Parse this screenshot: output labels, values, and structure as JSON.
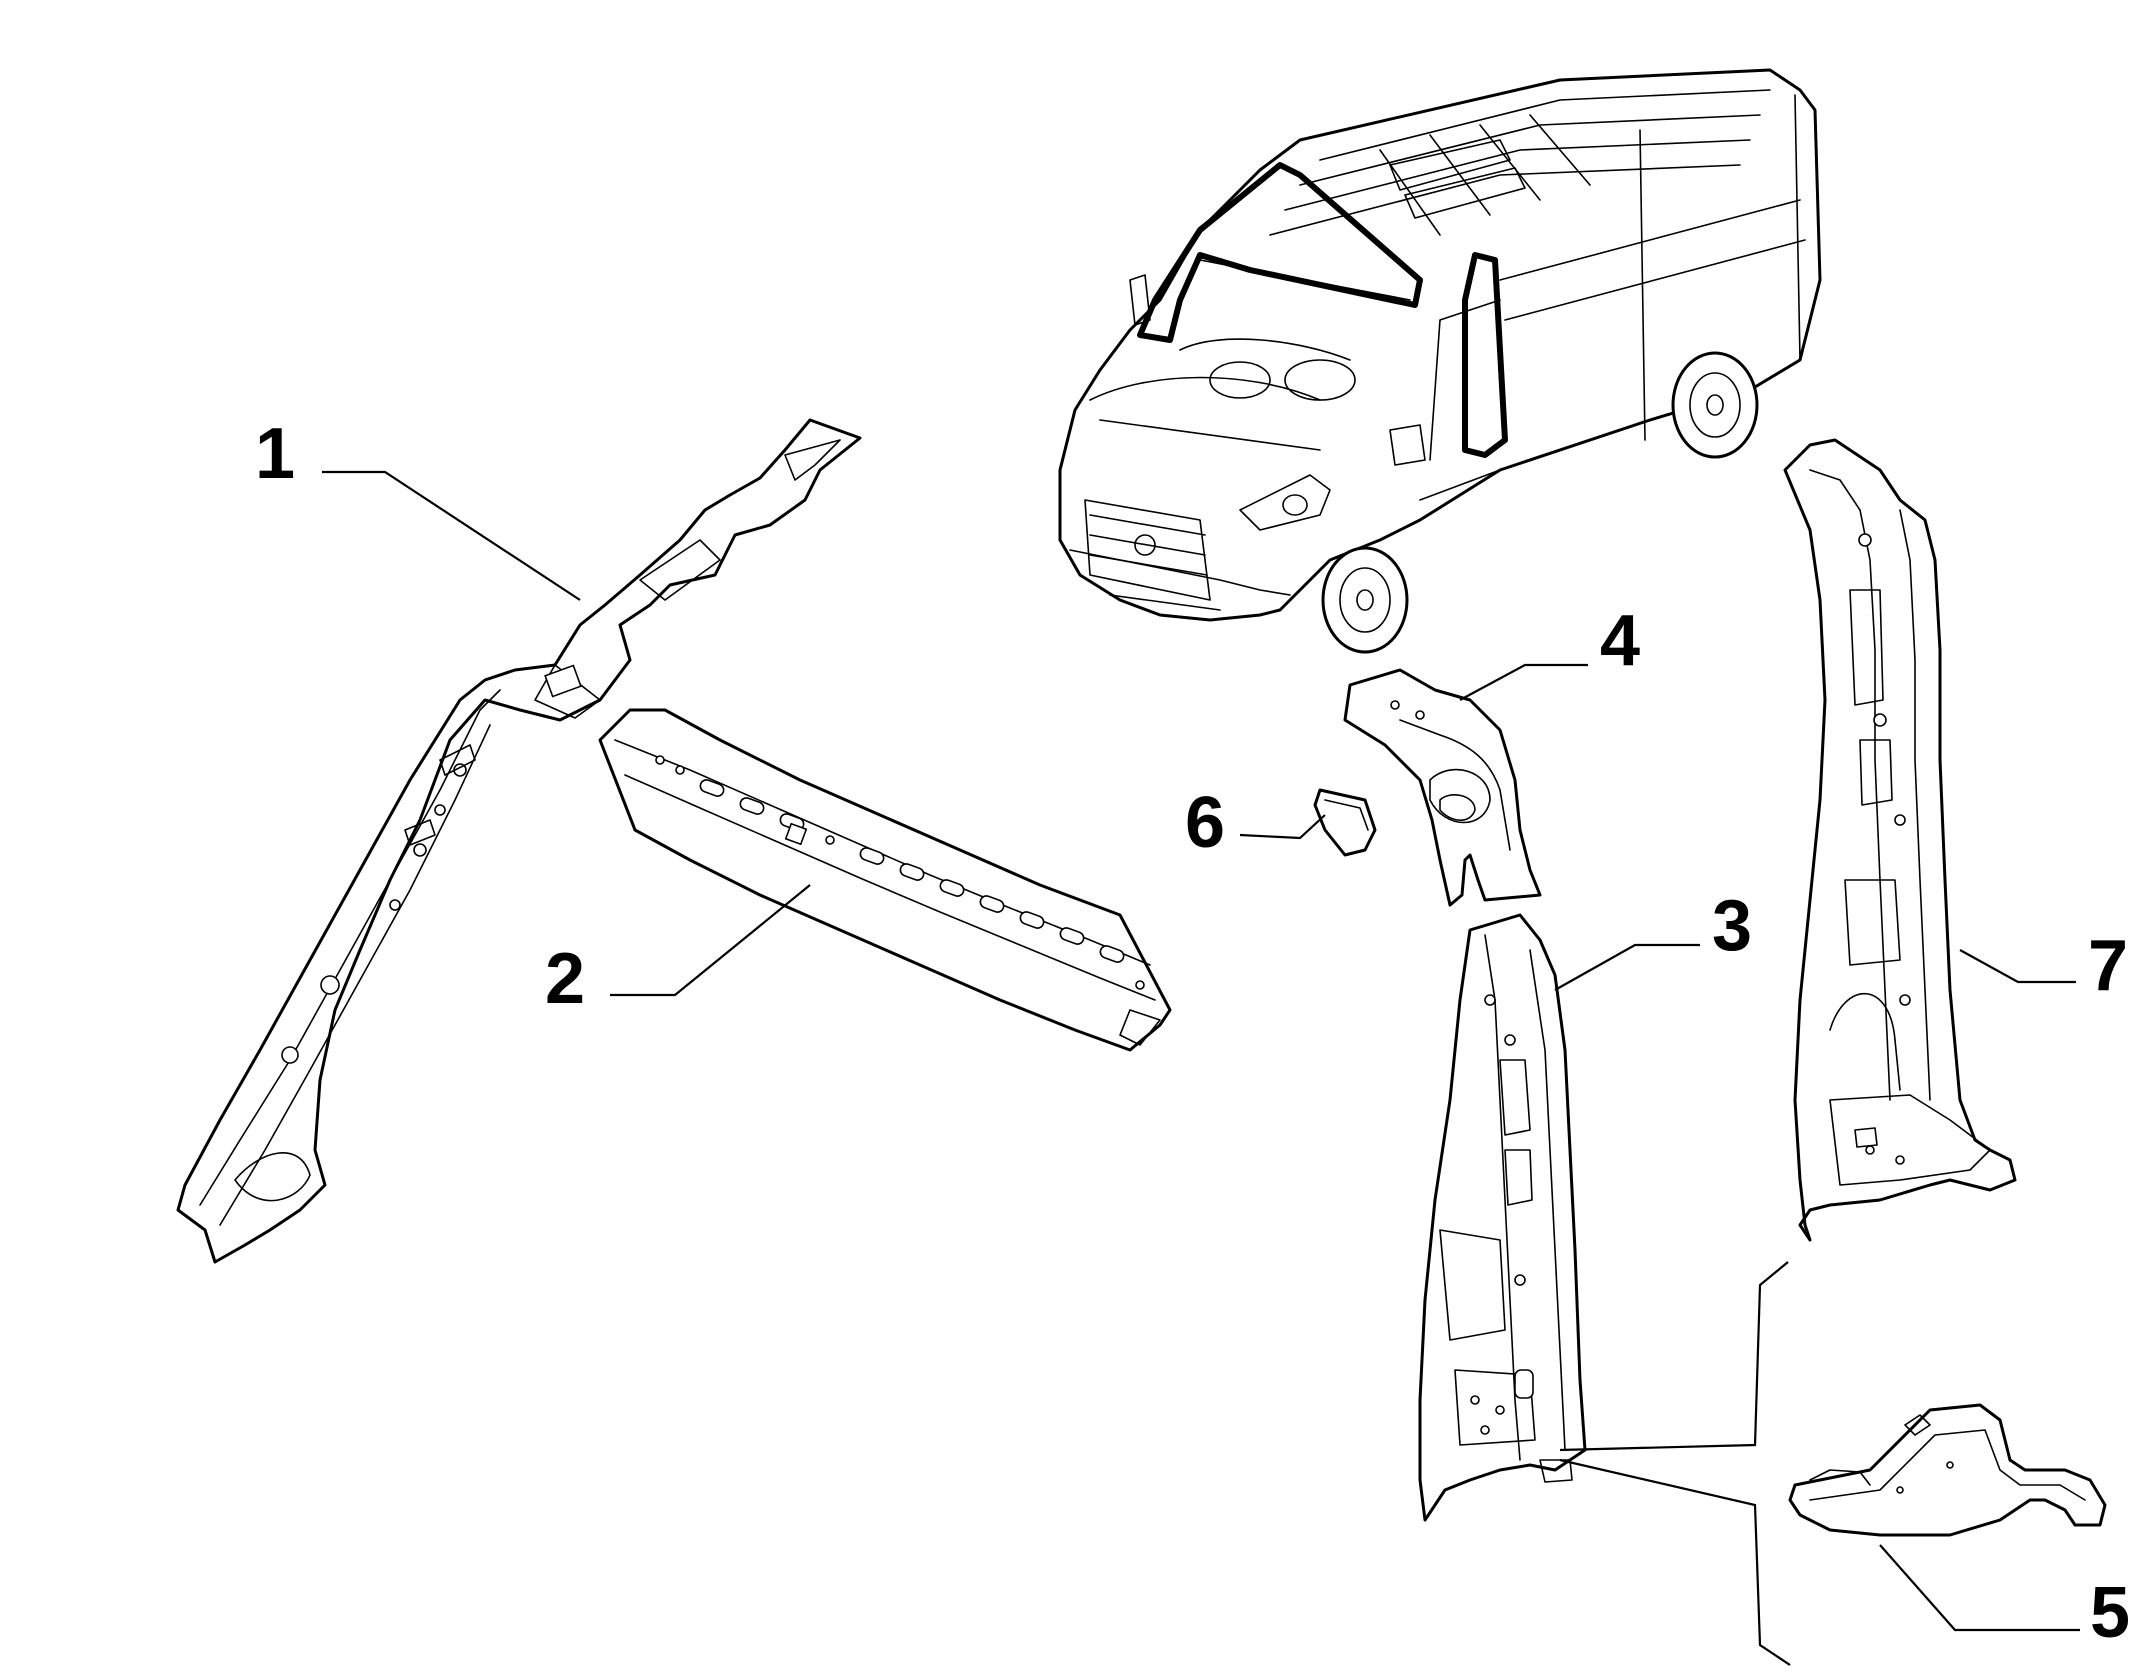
{
  "callouts": {
    "p1": "1",
    "p2": "2",
    "p3": "3",
    "p4": "4",
    "p5": "5",
    "p6": "6",
    "p7": "7"
  },
  "colors": {
    "line": "#000000",
    "background": "#ffffff"
  }
}
